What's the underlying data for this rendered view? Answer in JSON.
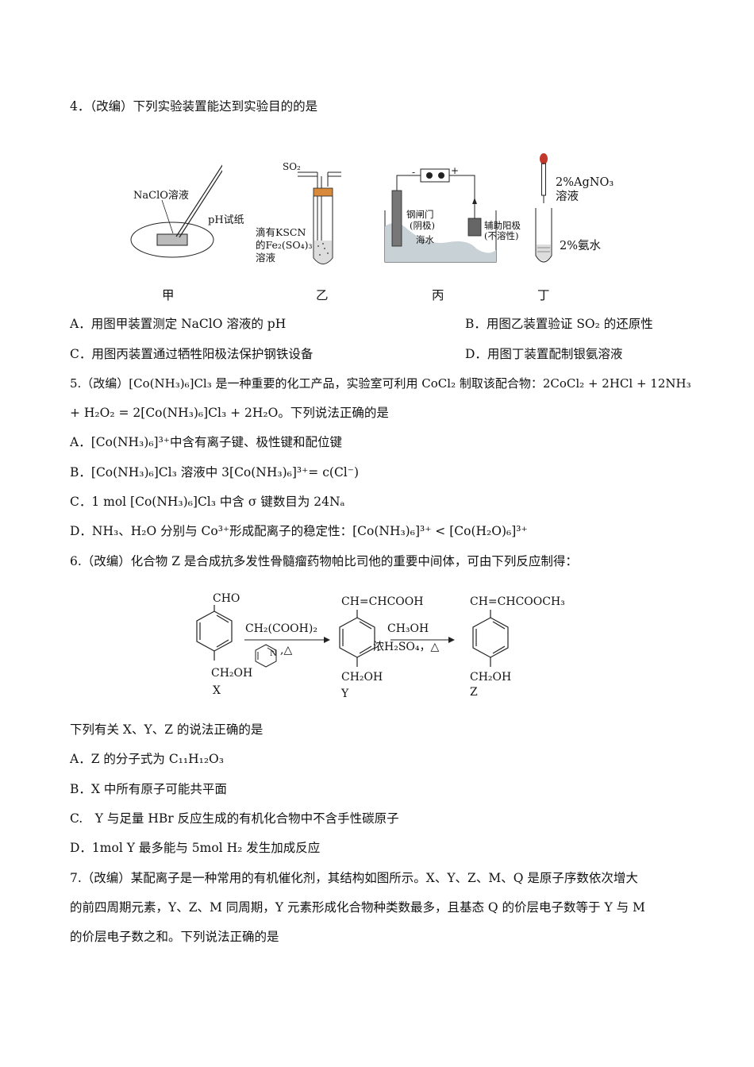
{
  "q4": {
    "stem": "4．（改编）下列实验装置能达到实验目的的是",
    "fig_jia": {
      "label_solution": "NaClO溶液",
      "label_paper": "pH试纸",
      "caption": "甲"
    },
    "fig_yi": {
      "gas": "SO₂",
      "label_l1": "滴有KSCN",
      "label_l2": "的Fe₂(SO₄)₃",
      "label_l3": "溶液",
      "caption": "乙"
    },
    "fig_bing": {
      "minus": "-",
      "plus": "+",
      "gate_l1": "钢闸门",
      "gate_l2": "(阴极)",
      "water": "海水",
      "anode_l1": "辅助阳极",
      "anode_l2": "(不溶性)",
      "caption": "丙"
    },
    "fig_ding": {
      "reagent_l1": "2%AgNO₃",
      "reagent_l2": "溶液",
      "ammonia": "2%氨水",
      "caption": "丁"
    },
    "options": {
      "A": "A．用图甲装置测定 NaClO 溶液的 pH",
      "B": "B．用图乙装置验证 SO₂ 的还原性",
      "C": "C．用图丙装置通过牺牲阳极法保护钢铁设备",
      "D": "D．用图丁装置配制银氨溶液"
    }
  },
  "q5": {
    "stem_l1": "5.（改编）[Co(NH₃)₆]Cl₃ 是一种重要的化工产品，实验室可利用 CoCl₂ 制取该配合物：2CoCl₂ + 2HCl + 12NH₃",
    "stem_l2": "+ H₂O₂ = 2[Co(NH₃)₆]Cl₃ + 2H₂O。下列说法正确的是",
    "A": "A．[Co(NH₃)₆]³⁺中含有离子键、极性键和配位键",
    "B": "B．[Co(NH₃)₆]Cl₃ 溶液中 3[Co(NH₃)₆]³⁺= c(Cl⁻)",
    "C": "C．1 mol [Co(NH₃)₆]Cl₃ 中含 σ 键数目为 24Nₐ",
    "D": "D．NH₃、H₂O 分别与 Co³⁺形成配离子的稳定性：[Co(NH₃)₆]³⁺ < [Co(H₂O)₆]³⁺"
  },
  "q6": {
    "stem": "6.（改编）化合物 Z 是合成抗多发性骨髓瘤药物帕比司他的重要中间体，可由下列反应制得：",
    "scheme": {
      "x_top": "CHO",
      "x_bottom": "CH₂OH",
      "x_name": "X",
      "r1_top": "CH₂(COOH)₂",
      "r1_bottom": ",△",
      "r1_n": "N",
      "y_top": "CH=CHCOOH",
      "y_bottom": "CH₂OH",
      "y_name": "Y",
      "r2_top": "CH₃OH",
      "r2_bottom": "浓H₂SO₄，△",
      "z_top": "CH=CHCOOCH₃",
      "z_bottom": "CH₂OH",
      "z_name": "Z"
    },
    "lead": "下列有关 X、Y、Z 的说法正确的是",
    "A": "A．Z 的分子式为 C₁₁H₁₂O₃",
    "B": "B．X 中所有原子可能共平面",
    "C": "C.　Y 与足量 HBr 反应生成的有机化合物中不含手性碳原子",
    "D": "D．1mol Y 最多能与 5mol H₂ 发生加成反应"
  },
  "q7": {
    "l1": "7.（改编）某配离子是一种常用的有机催化剂，其结构如图所示。X、Y、Z、M、Q 是原子序数依次增大",
    "l2": "的前四周期元素，Y、Z、M 同周期，Y 元素形成化合物种类数最多，且基态 Q 的价层电子数等于 Y 与 M",
    "l3": "的价层电子数之和。下列说法正确的是"
  }
}
